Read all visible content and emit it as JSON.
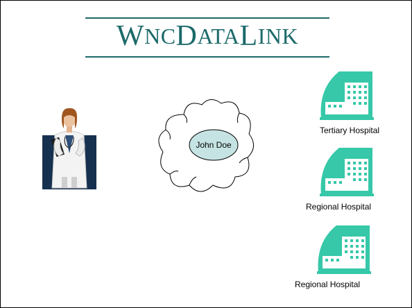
{
  "slide": {
    "title_parts": [
      "W",
      "NC ",
      "D",
      "ATA ",
      "L",
      "INK"
    ],
    "brand_color": "#1d6a6a",
    "cloud": {
      "node_label": "John Doe",
      "node_fill": "#c5e3e2"
    },
    "doctor_icon": "doctor-clipart",
    "hospitals": [
      {
        "label": "Tertiary Hospital",
        "icon": "hospital-building-icon",
        "color": "#36c8a8"
      },
      {
        "label": "Regional Hospital",
        "icon": "hospital-building-icon",
        "color": "#36c8a8"
      },
      {
        "label": "Regional Hospital",
        "icon": "hospital-building-icon",
        "color": "#36c8a8"
      }
    ]
  }
}
